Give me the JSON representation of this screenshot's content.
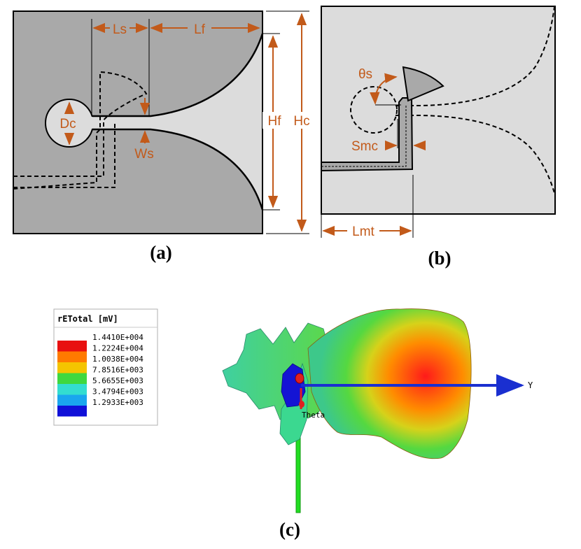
{
  "panel_a": {
    "caption": "(a)",
    "labels": {
      "ls": "Ls",
      "lf": "Lf",
      "dc": "Dc",
      "ws": "Ws",
      "hf": "Hf",
      "hc": "Hc"
    }
  },
  "panel_b": {
    "caption": "(b)",
    "labels": {
      "theta_s": "θs",
      "smc": "Smc",
      "lmt": "Lmt"
    }
  },
  "panel_c": {
    "caption": "(c)",
    "legend": {
      "title": "rETotal [mV]",
      "entries": [
        {
          "value": "1.4410E+004",
          "color": "#e81010"
        },
        {
          "value": "1.2224E+004",
          "color": "#ff7a00"
        },
        {
          "value": "1.0038E+004",
          "color": "#f4c400"
        },
        {
          "value": "7.8516E+003",
          "color": "#3fd83f"
        },
        {
          "value": "5.6655E+003",
          "color": "#33ddd0"
        },
        {
          "value": "3.4794E+003",
          "color": "#1aa6ee"
        },
        {
          "value": "1.2933E+003",
          "color": "#1010d8"
        }
      ]
    },
    "axis_labels": {
      "y": "Y",
      "theta": "Theta"
    }
  },
  "colors": {
    "metal_dark": "#a9a9a9",
    "metal_light": "#dcdcdc",
    "dimension": "#c25a1a"
  }
}
